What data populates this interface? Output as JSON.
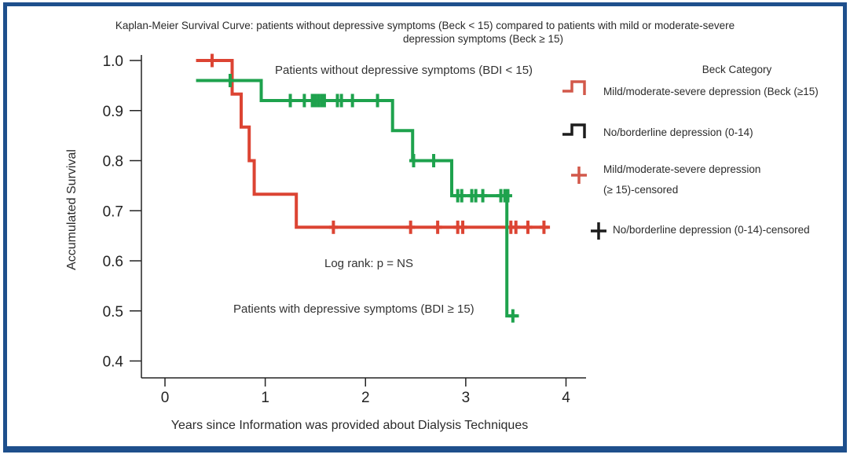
{
  "frame": {
    "border_color": "#1e4f8c"
  },
  "chart_data": {
    "type": "line",
    "subtype": "kaplan-meier-step",
    "title": "Kaplan-Meier Survival Curve: patients without depressive symptoms (Beck < 15) compared to patients with mild or moderate-severe depression symptoms (Beck ≥ 15)",
    "title_lines": {
      "line1": "Kaplan-Meier Survival Curve: patients without depressive symptoms (Beck < 15) compared to patients with mild or moderate-severe",
      "line2": "depression symptoms (Beck ≥ 15)"
    },
    "xlabel": "Years since Information was provided about Dialysis Techniques",
    "ylabel": "Accumulated Survival",
    "xlim": [
      0,
      4
    ],
    "ylim": [
      0.4,
      1.0
    ],
    "xticks": [
      0,
      1,
      2,
      3,
      4
    ],
    "yticks": [
      1.0,
      0.9,
      0.8,
      0.7,
      0.6,
      0.5,
      0.4
    ],
    "grid": false,
    "legend_position": "right",
    "annotations": {
      "no_depression": "Patients without depressive symptoms (BDI < 15)",
      "log_rank": "Log rank: p = NS",
      "depression": "Patients with depressive symptoms (BDI ≥ 15)"
    },
    "series": [
      {
        "name": "Mild/moderate-severe depression (Beck ≥15)",
        "color": "#dc4433",
        "start": [
          0.31,
          1.0
        ],
        "drops": [
          [
            0.67,
            0.933
          ],
          [
            0.76,
            0.867
          ],
          [
            0.84,
            0.8
          ],
          [
            0.89,
            0.733
          ],
          [
            1.31,
            0.667
          ]
        ],
        "end_x": 3.84,
        "censored": [
          [
            0.47,
            1.0
          ],
          [
            1.68,
            0.667
          ],
          [
            2.45,
            0.667
          ],
          [
            2.72,
            0.667
          ],
          [
            2.92,
            0.667
          ],
          [
            2.97,
            0.667
          ],
          [
            3.45,
            0.667
          ],
          [
            3.5,
            0.667
          ],
          [
            3.62,
            0.667
          ],
          [
            3.78,
            0.667
          ]
        ]
      },
      {
        "name": "No/borderline depression (0-14)",
        "color": "#1ea24d",
        "start": [
          0.31,
          0.96
        ],
        "drops": [
          [
            0.96,
            0.92
          ],
          [
            2.27,
            0.86
          ],
          [
            2.47,
            0.8
          ],
          [
            2.86,
            0.73
          ],
          [
            3.41,
            0.49
          ]
        ],
        "end_x": 3.53,
        "censored": [
          [
            0.65,
            0.96
          ],
          [
            1.25,
            0.92
          ],
          [
            1.39,
            0.92
          ],
          [
            1.47,
            0.92
          ],
          [
            1.5,
            0.92
          ],
          [
            1.53,
            0.92
          ],
          [
            1.56,
            0.92
          ],
          [
            1.59,
            0.92
          ],
          [
            1.72,
            0.92
          ],
          [
            1.76,
            0.92
          ],
          [
            1.87,
            0.92
          ],
          [
            2.12,
            0.92
          ],
          [
            2.48,
            0.8
          ],
          [
            2.68,
            0.8
          ],
          [
            2.92,
            0.73
          ],
          [
            2.96,
            0.73
          ],
          [
            3.06,
            0.73
          ],
          [
            3.1,
            0.73
          ],
          [
            3.17,
            0.73
          ],
          [
            3.35,
            0.73
          ],
          [
            3.39,
            0.73
          ],
          [
            3.42,
            0.73
          ],
          [
            3.47,
            0.49
          ]
        ]
      }
    ]
  },
  "legend": {
    "title": "Beck Category",
    "items": [
      {
        "symbol": "step-curve",
        "color": "#d2584a",
        "label": "Mild/moderate-severe depression (Beck (≥15)"
      },
      {
        "symbol": "step-curve",
        "color": "#1d1d1d",
        "label": "No/borderline depression (0-14)"
      },
      {
        "symbol": "plus-censor",
        "color": "#d2584a",
        "label": "Mild/moderate-severe depression",
        "label2": "(≥ 15)-censored"
      },
      {
        "symbol": "plus-censor",
        "color": "#1d1d1d",
        "label": "No/borderline depression (0-14)-censored"
      }
    ]
  }
}
